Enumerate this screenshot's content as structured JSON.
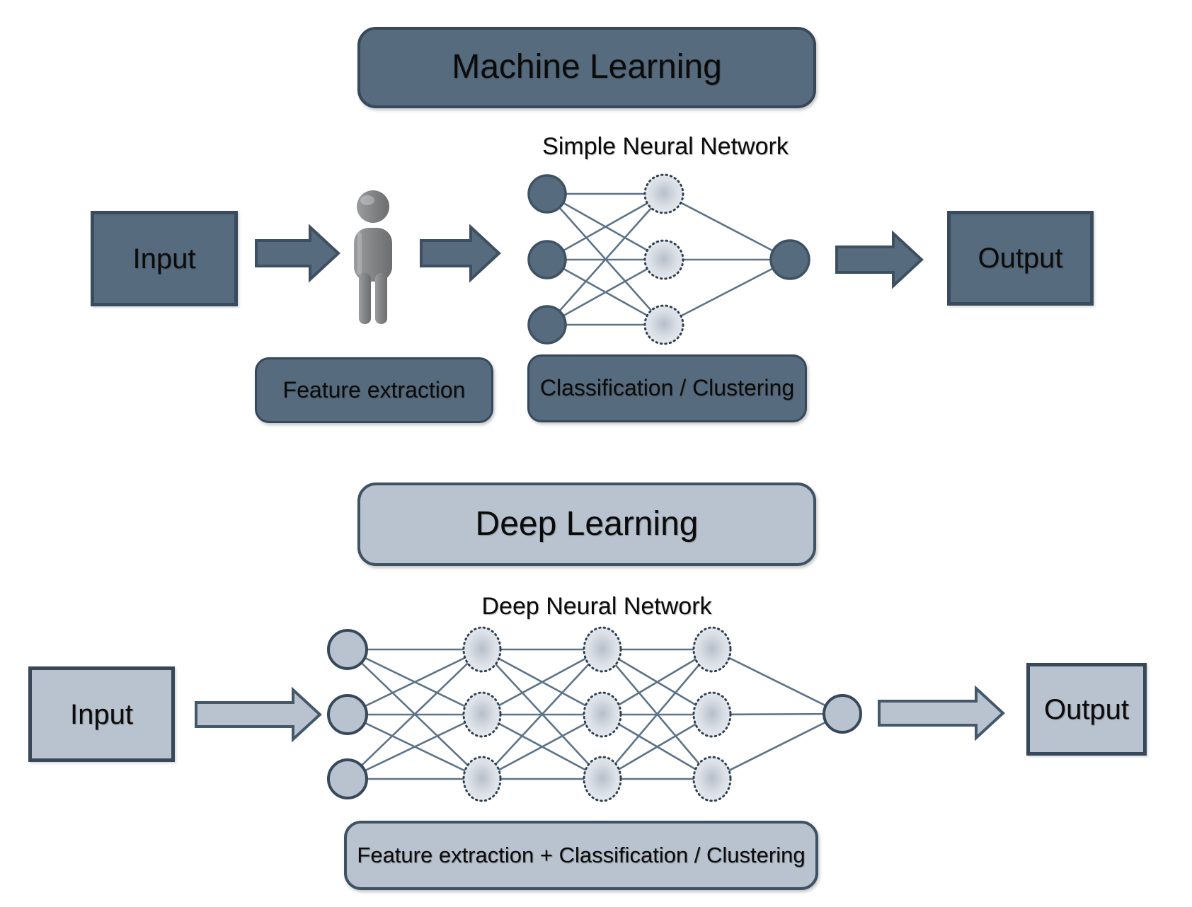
{
  "diagram": {
    "ml": {
      "title": "Machine Learning",
      "network_title": "Simple Neural Network",
      "input_label": "Input",
      "output_label": "Output",
      "feature_box_label": "Feature extraction",
      "classification_box_label": "Classification / Clustering"
    },
    "dl": {
      "title": "Deep Learning",
      "network_title": "Deep Neural Network",
      "input_label": "Input",
      "output_label": "Output",
      "combined_box_label": "Feature extraction + Classification / Clustering"
    },
    "colors": {
      "dark_fill": "#566B7E",
      "dark_border": "#36485A",
      "light_fill": "#B9C3CF",
      "light_border": "#3E5264",
      "connection_line": "#5D7388",
      "dotted_node_edge": "#2E4151",
      "person_gray": "#7E7F81",
      "text": "#0B0B0B",
      "background": "#FFFFFF"
    }
  }
}
